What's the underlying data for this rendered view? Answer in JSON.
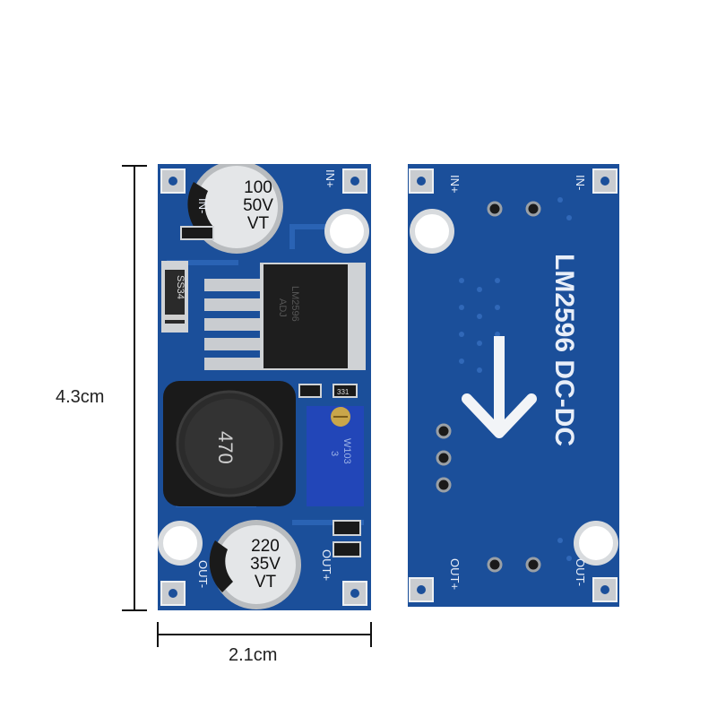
{
  "dimensions": {
    "height_label": "4.3cm",
    "width_label": "2.1cm"
  },
  "front_board": {
    "in_minus": "IN-",
    "in_plus": "IN+",
    "out_minus": "OUT-",
    "out_plus": "OUT+",
    "cap_top": {
      "line1": "100",
      "line2": "50V",
      "line3": "VT"
    },
    "cap_bottom": {
      "line1": "220",
      "line2": "35V",
      "line3": "VT"
    },
    "diode": "SS34",
    "inductor": "470",
    "regulator": {
      "line1": "LM2596",
      "line2": "ADJ"
    },
    "trimmer": {
      "line1": "W103",
      "line2": "3"
    },
    "resistor": "331"
  },
  "back_board": {
    "in_plus": "IN+",
    "in_minus": "IN-",
    "out_plus": "OUT+",
    "out_minus": "OUT-",
    "title": "LM2596 DC-DC"
  },
  "colors": {
    "pcb": "#1b4f9a",
    "pcb_dark": "#163f7e",
    "silkscreen": "#e8eef8",
    "pad": "#c9ccd0"
  }
}
